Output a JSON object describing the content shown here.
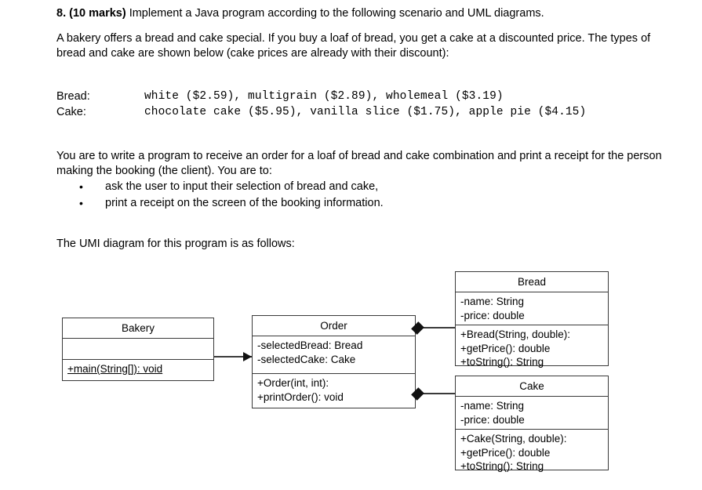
{
  "question": {
    "number": "8.",
    "marks": "(10 marks)",
    "heading_rest": " Implement a Java program according to the following scenario and UML diagrams.",
    "intro": "A bakery offers a bread and cake special. If you buy a loaf of bread, you get a cake at a discounted price. The types of bread and cake are shown below (cake prices are already with their discount):",
    "task": "You are to write a program to receive an order for a loaf of bread and cake combination and print a receipt for the person making the booking (the client). You are to:",
    "bullets": [
      "ask the user to input their selection of bread and cake,",
      "print a receipt on the screen of the booking information."
    ],
    "bullet_glyph": "•",
    "uml_intro": "The UMI diagram for this program is as follows:"
  },
  "menu": {
    "rows": [
      {
        "label": "Bread:",
        "value": "white ($2.59), multigrain ($2.89), wholemeal ($3.19)"
      },
      {
        "label": "Cake:",
        "value": "chocolate cake ($5.95), vanilla slice ($1.75), apple pie ($4.15)"
      }
    ]
  },
  "uml": {
    "classes": {
      "bakery": {
        "name": "Bakery",
        "attributes": [],
        "methods": [
          "+main(String[]): void"
        ]
      },
      "order": {
        "name": "Order",
        "attributes": [
          "-selectedBread: Bread",
          "-selectedCake: Cake"
        ],
        "methods": [
          "+Order(int, int):",
          "+printOrder(): void"
        ]
      },
      "bread": {
        "name": "Bread",
        "attributes": [
          "-name: String",
          "-price: double"
        ],
        "methods": [
          "+Bread(String, double):",
          "+getPrice(): double",
          "+toString(): String"
        ]
      },
      "cake": {
        "name": "Cake",
        "attributes": [
          "-name: String",
          "-price: double"
        ],
        "methods": [
          "+Cake(String, double):",
          "+getPrice(): double",
          "+toString(): String"
        ]
      }
    },
    "relationships": [
      {
        "from": "Bakery",
        "to": "Order",
        "type": "association-arrow"
      },
      {
        "from": "Order",
        "to": "Bread",
        "type": "composition-diamond"
      },
      {
        "from": "Order",
        "to": "Cake",
        "type": "composition-diamond"
      }
    ]
  },
  "colors": {
    "text": "#000000",
    "box_border": "#3a3a3a",
    "connector": "#111111",
    "background": "#ffffff"
  }
}
